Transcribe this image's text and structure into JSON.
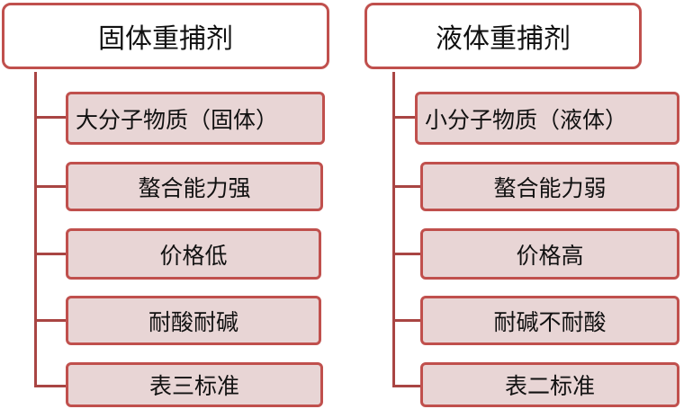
{
  "left": {
    "title": "固体重捕剂",
    "items": [
      "大分子物质（固体）",
      "螯合能力强",
      "价格低",
      "耐酸耐碱",
      "表三标准"
    ]
  },
  "right": {
    "title": "液体重捕剂",
    "items": [
      "小分子物质（液体）",
      "螯合能力弱",
      "价格高",
      "耐碱不耐酸",
      "表二标准"
    ]
  },
  "colors": {
    "border": "#c0504d",
    "fill": "#e8d5d5",
    "connector": "#a94543"
  }
}
